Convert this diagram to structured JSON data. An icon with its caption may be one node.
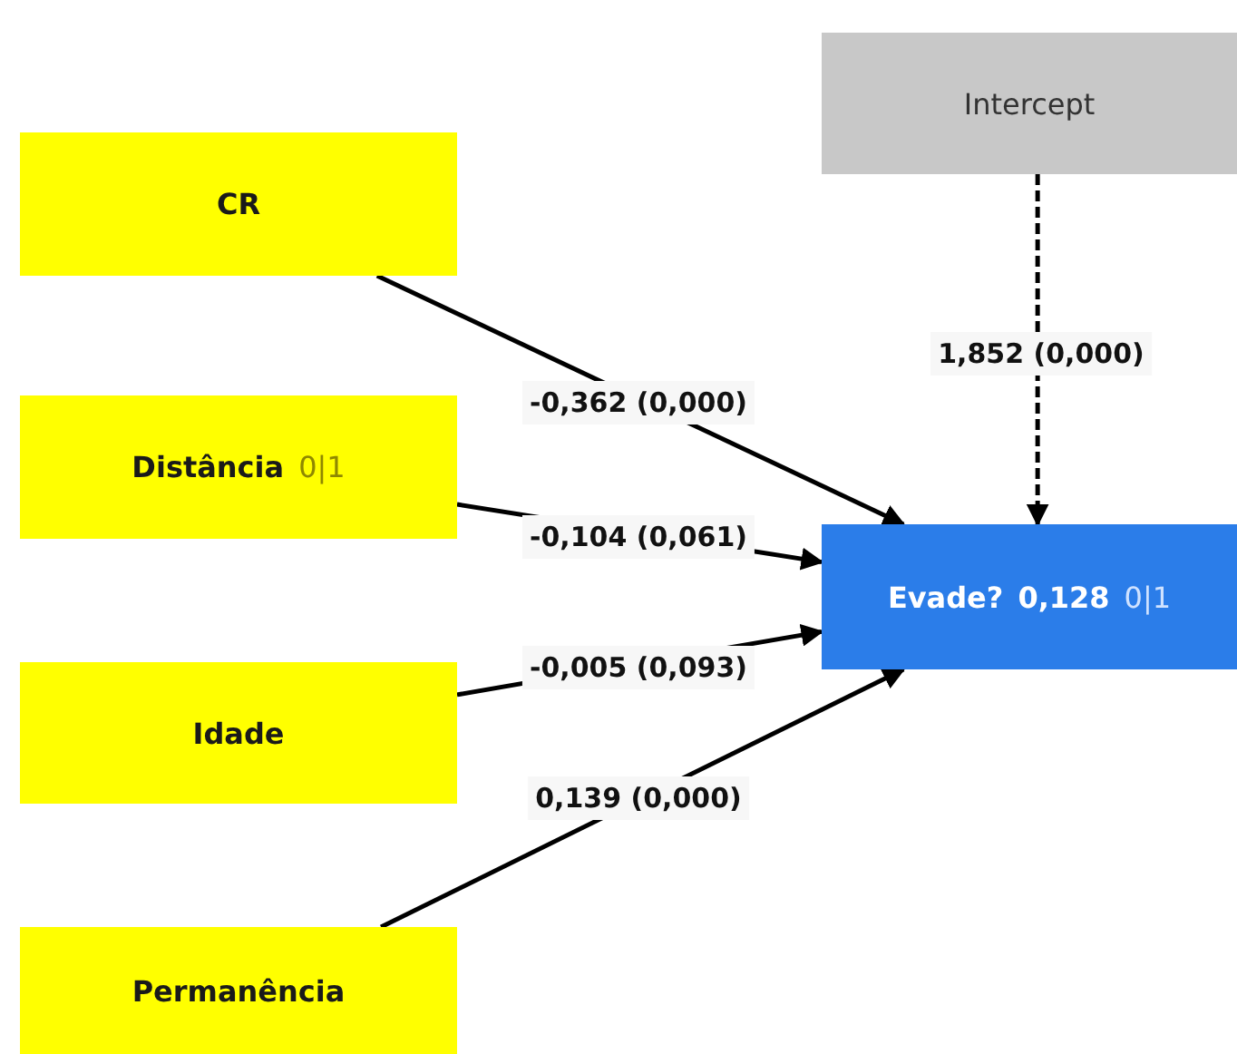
{
  "diagram": {
    "nodes": [
      {
        "text": [
          "CR"
        ]
      },
      {
        "text": [
          "Distância",
          "0|1"
        ]
      },
      {
        "text": [
          "Idade"
        ]
      },
      {
        "text": [
          "Permanência"
        ]
      },
      {
        "text": [
          "Intercept"
        ]
      },
      {
        "text": [
          "Evade?",
          "0,128",
          "0|1"
        ]
      }
    ],
    "edges": [
      {
        "from": 0,
        "to": 5,
        "arrow": "to",
        "label": "-0,362 (0,000)"
      },
      {
        "from": 1,
        "to": 5,
        "arrow": "to",
        "label": "-0,104 (0,061)"
      },
      {
        "from": 2,
        "to": 5,
        "arrow": "to",
        "label": "-0,005 (0,093)"
      },
      {
        "from": 3,
        "to": 5,
        "arrow": "to",
        "label": "0,139 (0,000)"
      },
      {
        "from": 4,
        "to": 5,
        "arrow": "to",
        "label": "1,852 (0,000)",
        "style": "dashed"
      }
    ]
  }
}
